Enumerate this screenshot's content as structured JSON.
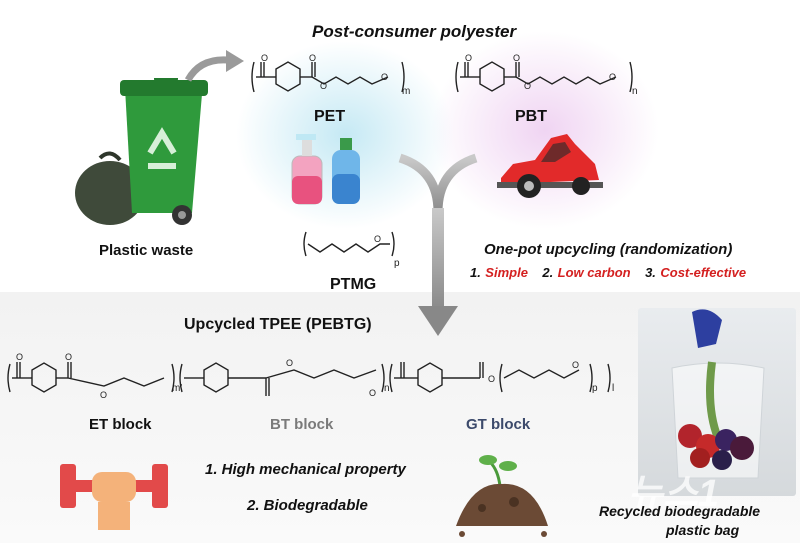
{
  "header": {
    "title": "Post-consumer polyester"
  },
  "polymers": {
    "pet": {
      "label": "PET",
      "subscript": "m"
    },
    "pbt": {
      "label": "PBT",
      "subscript": "n"
    },
    "ptmg": {
      "label": "PTMG",
      "subscript": "p"
    }
  },
  "waste": {
    "label": "Plastic waste"
  },
  "process": {
    "title": "One-pot upcycling (randomization)",
    "features": [
      {
        "num": "1.",
        "text": "Simple"
      },
      {
        "num": "2.",
        "text": "Low carbon"
      },
      {
        "num": "3.",
        "text": "Cost-effective"
      }
    ],
    "accent_color": "#d42020"
  },
  "product": {
    "title": "Upcycled TPEE (PEBTG)",
    "subscripts": {
      "m": "m'",
      "n": "n'",
      "p": "p",
      "l": "l"
    },
    "blocks": [
      {
        "label": "ET block",
        "color": "#111111"
      },
      {
        "label": "BT block",
        "color": "#7a7a7a"
      },
      {
        "label": "GT block",
        "color": "#3c4a6b"
      }
    ],
    "properties": [
      "1. High mechanical property",
      "2. Biodegradable"
    ]
  },
  "bag": {
    "label_line1": "Recycled biodegradable",
    "label_line2": "plastic bag"
  },
  "watermark": "뉴스1"
}
